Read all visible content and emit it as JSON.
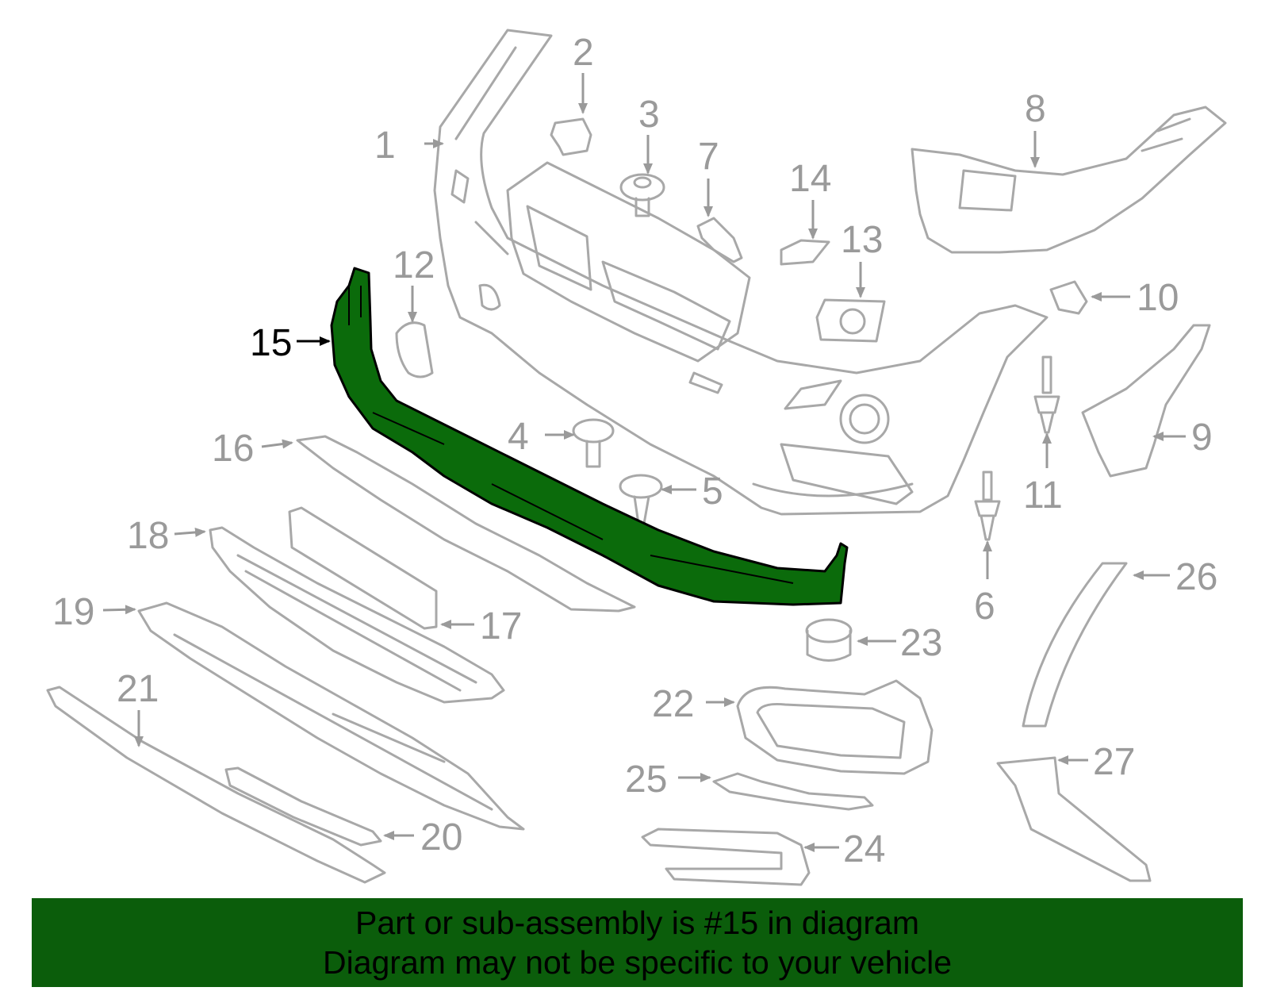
{
  "colors": {
    "highlight": "#0b6b0b",
    "banner": "#0b5d0b",
    "line": "#a8a8a8",
    "callout_inactive": "#9a9a9a",
    "callout_active": "#000000"
  },
  "highlighted_part": "15",
  "callouts": {
    "c1": "1",
    "c2": "2",
    "c3": "3",
    "c4": "4",
    "c5": "5",
    "c6": "6",
    "c7": "7",
    "c8": "8",
    "c9": "9",
    "c10": "10",
    "c11": "11",
    "c12": "12",
    "c13": "13",
    "c14": "14",
    "c15": "15",
    "c16": "16",
    "c17": "17",
    "c18": "18",
    "c19": "19",
    "c20": "20",
    "c21": "21",
    "c22": "22",
    "c23": "23",
    "c24": "24",
    "c25": "25",
    "c26": "26",
    "c27": "27"
  },
  "banner": {
    "line1": "Part or sub-assembly is #15 in diagram",
    "line2": "Diagram may not be specific to your vehicle"
  }
}
